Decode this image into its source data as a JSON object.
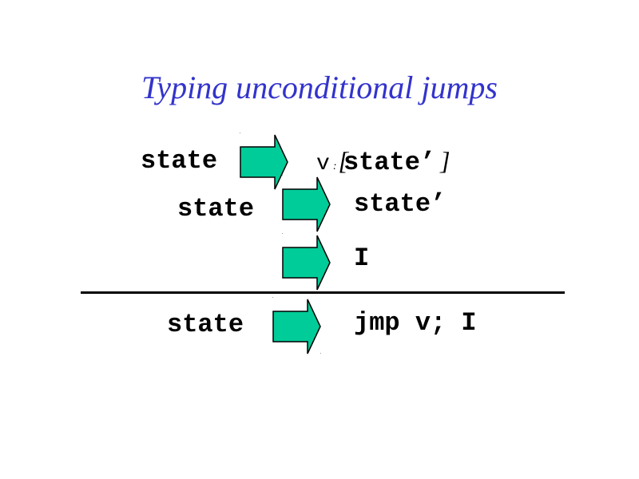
{
  "slide": {
    "title": "Typing unconditional jumps"
  },
  "premises": [
    {
      "context": "state",
      "value_name": "v",
      "colon": ":",
      "open_bracket": "[",
      "type": "state’",
      "close_bracket": "]"
    },
    {
      "context": "state",
      "judgment": "state’"
    },
    {
      "context": "",
      "judgment": "I"
    }
  ],
  "conclusion": {
    "context": "state",
    "judgment": "jmp v; I"
  },
  "colors": {
    "title": "#3333cc",
    "arrow_fill": "#00cc99",
    "arrow_stroke": "#000000",
    "rule": "#000000",
    "text": "#000000"
  },
  "icons": {
    "arrow": "turnstile-arrow-icon"
  }
}
